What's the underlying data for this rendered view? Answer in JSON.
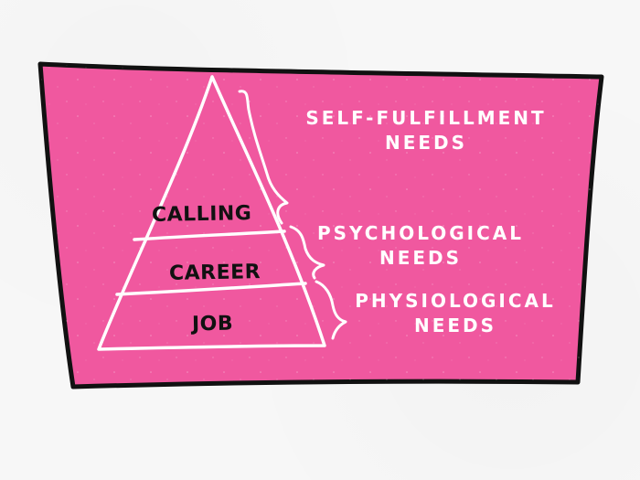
{
  "colors": {
    "card_fill": "#f0589f",
    "card_outline": "#111111",
    "chalk": "#ffffff",
    "background": "#f7f7f7"
  },
  "pyramid": {
    "tiers": [
      {
        "label": "CALLING"
      },
      {
        "label": "CAREER"
      },
      {
        "label": "JOB"
      }
    ]
  },
  "needs": [
    {
      "line1": "SELF-FULFILLMENT",
      "line2": "NEEDS"
    },
    {
      "line1": "PSYCHOLOGICAL",
      "line2": "NEEDS"
    },
    {
      "line1": "PHYSIOLOGICAL",
      "line2": "NEEDS"
    }
  ]
}
